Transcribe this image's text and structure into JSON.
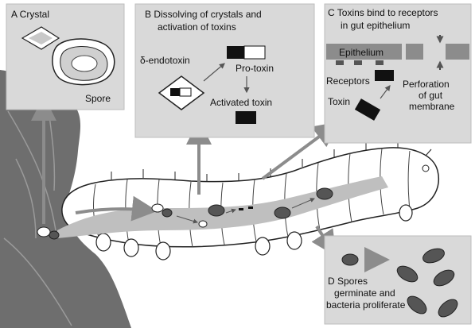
{
  "panels": {
    "a": {
      "title": "A  Crystal",
      "spore_label": "Spore"
    },
    "b": {
      "title_line1": "B Dissolving of crystals and",
      "title_line2": "activation of toxins",
      "endotoxin_label": "δ-endotoxin",
      "protoxin_label": "Pro-toxin",
      "activated_label": "Activated toxin"
    },
    "c": {
      "title_line1": "C  Toxins bind to receptors",
      "title_line2": "in gut epithelium",
      "epithelium_label": "Epithelium",
      "receptors_label": "Receptors",
      "toxin_label": "Toxin",
      "perforation_line1": "Perforation",
      "perforation_line2": "of gut",
      "perforation_line3": "membrane"
    },
    "d": {
      "title_line1": "D  Spores",
      "title_line2": "germinate and",
      "title_line3": "bacteria proliferate"
    }
  },
  "colors": {
    "panel": "#d9d9d9",
    "leaf": "#6e6e6e",
    "gut": "#bfbfbf",
    "arrow": "#8c8c8c",
    "toxin": "#111111",
    "particle": "#555555"
  }
}
